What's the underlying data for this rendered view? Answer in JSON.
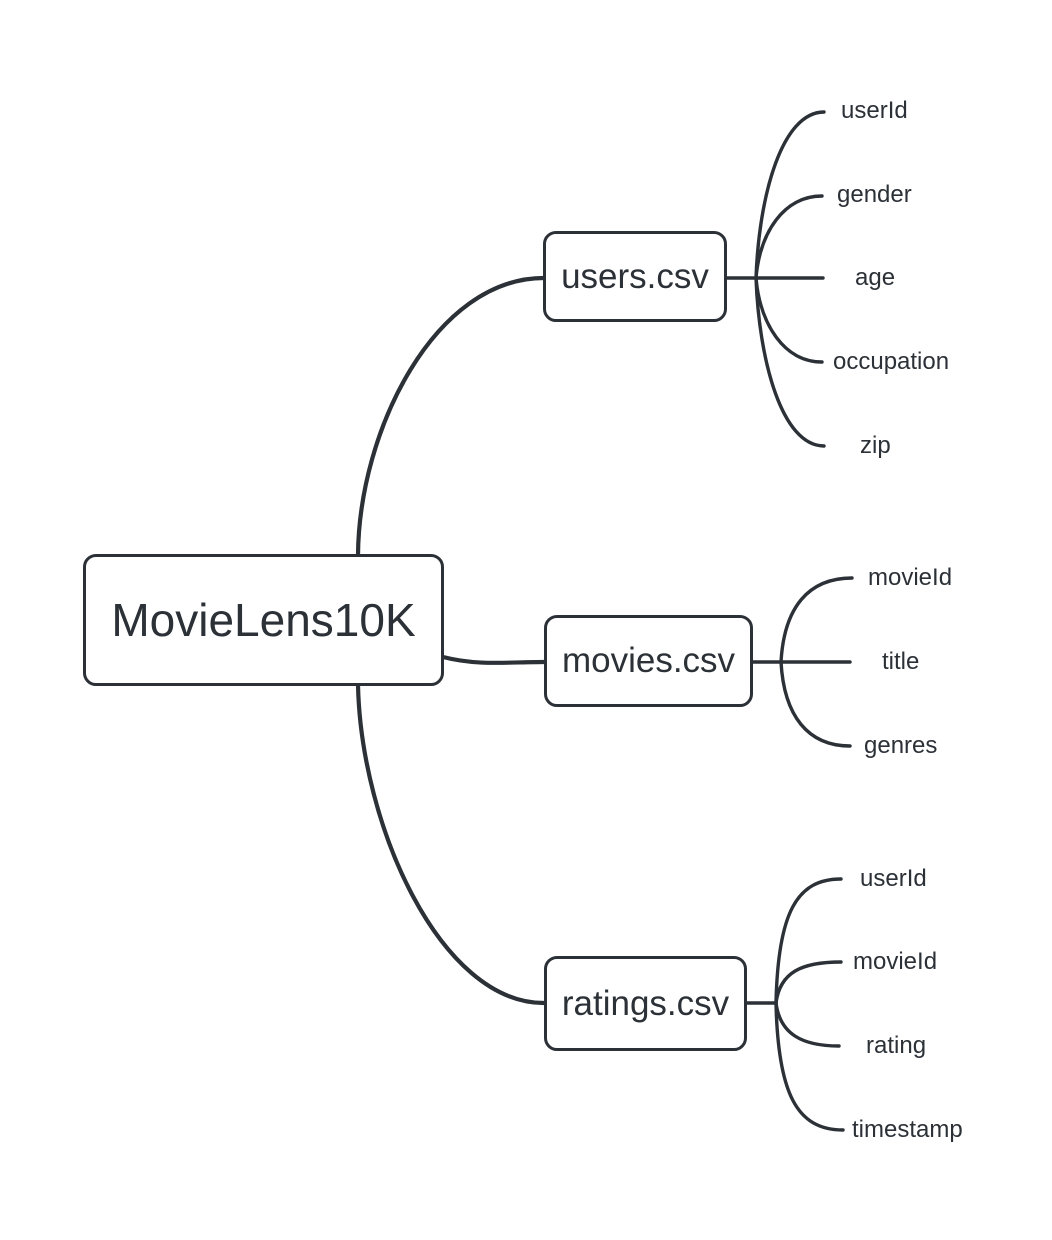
{
  "diagram": {
    "type": "mindmap",
    "root": {
      "label": "MovieLens10K"
    },
    "branches": [
      {
        "label": "users.csv",
        "fields": [
          "userId",
          "gender",
          "age",
          "occupation",
          "zip"
        ]
      },
      {
        "label": "movies.csv",
        "fields": [
          "movieId",
          "title",
          "genres"
        ]
      },
      {
        "label": "ratings.csv",
        "fields": [
          "userId",
          "movieId",
          "rating",
          "timestamp"
        ]
      }
    ],
    "colors": {
      "stroke": "#2b3137",
      "text": "#2b3137",
      "node_fill": "#ffffff",
      "background": "#ffffff"
    }
  }
}
